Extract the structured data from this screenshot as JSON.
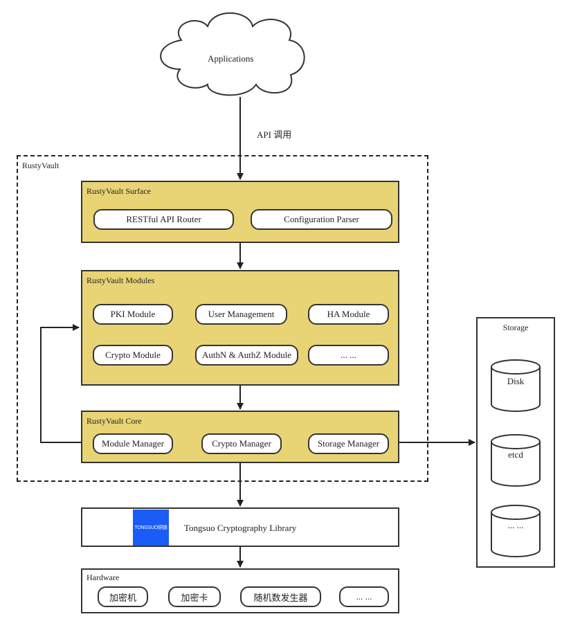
{
  "applications": {
    "label": "Applications"
  },
  "api_call_label": "API 调用",
  "rustyvault": {
    "title": "RustyVault",
    "surface": {
      "title": "RustyVault Surface",
      "items": [
        "RESTful API Router",
        "Configuration Parser"
      ]
    },
    "modules": {
      "title": "RustyVault Modules",
      "items": [
        "PKI Module",
        "User Management",
        "HA Module",
        "Crypto Module",
        "AuthN & AuthZ Module",
        "... ..."
      ]
    },
    "core": {
      "title": "RustyVault Core",
      "items": [
        "Module Manager",
        "Crypto Manager",
        "Storage Manager"
      ]
    }
  },
  "crypto_library": {
    "label": "Tongsuo Cryptography Library",
    "logo_text": "TONGSUO铜锁",
    "logo_color": "#1a5cf5"
  },
  "hardware": {
    "title": "Hardware",
    "items": [
      "加密机",
      "加密卡",
      "随机数发生器",
      "... ..."
    ]
  },
  "storage": {
    "title": "Storage",
    "items": [
      "Disk",
      "etcd",
      "... ..."
    ]
  },
  "colors": {
    "layer_fill": "#e8d474",
    "stroke": "#333333"
  }
}
